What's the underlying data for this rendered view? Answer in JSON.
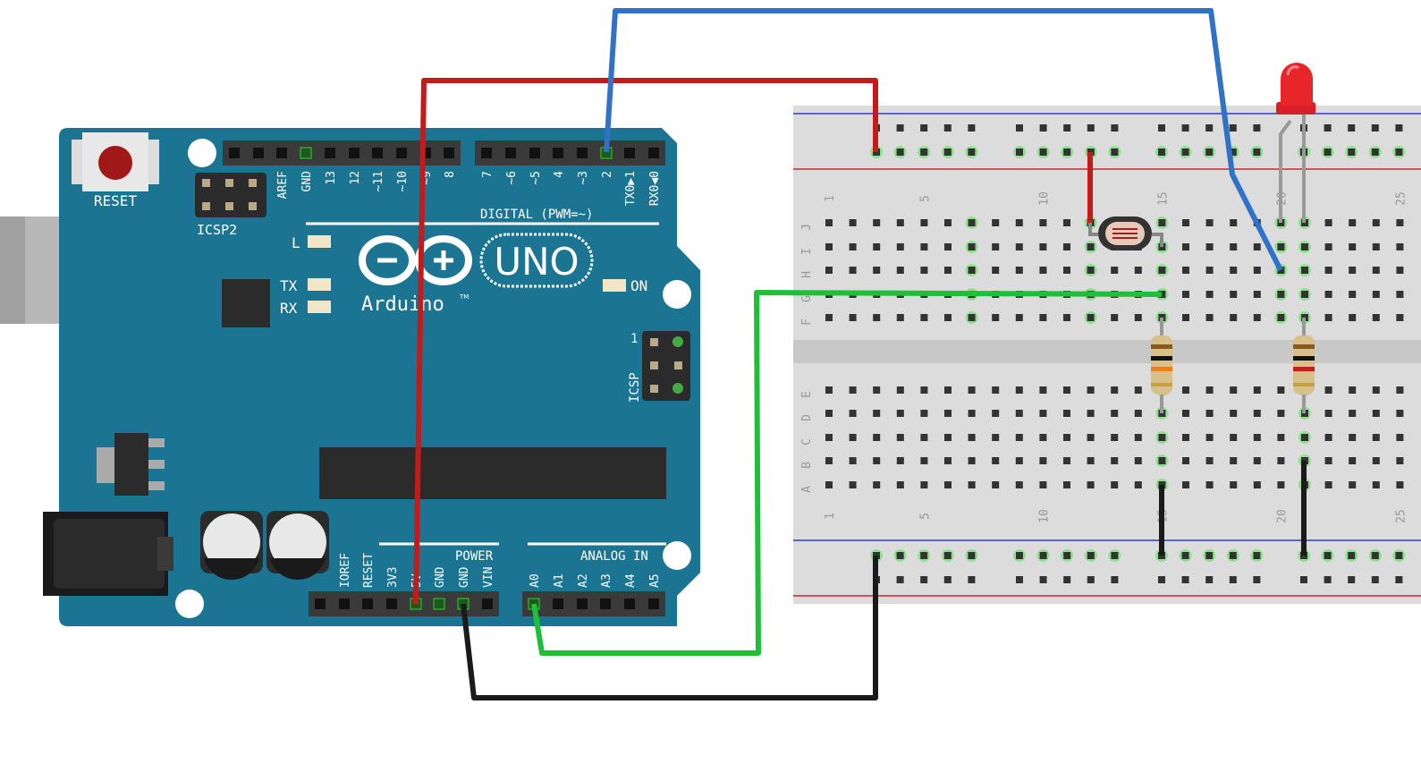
{
  "arduino": {
    "reset_label": "RESET",
    "icsp2_label": "ICSP2",
    "icsp_label": "ICSP",
    "icsp_pin1": "1",
    "led_l": "L",
    "led_tx": "TX",
    "led_rx": "RX",
    "led_on": "ON",
    "brand": "Arduino",
    "tm": "TM",
    "model": "UNO",
    "digital_label": "DIGITAL (PWM=~)",
    "power_label": "POWER",
    "analog_label": "ANALOG IN",
    "digital_pins_left": [
      "AREF",
      "GND",
      "13",
      "12",
      "~11",
      "~10",
      "~9",
      "8"
    ],
    "digital_pins_right": [
      "7",
      "~6",
      "~5",
      "4",
      "~3",
      "2",
      "TX0▶1",
      "RX0◀0"
    ],
    "power_pins": [
      "IOREF",
      "RESET",
      "3V3",
      "5V",
      "GND",
      "GND",
      "VIN"
    ],
    "analog_pins": [
      "A0",
      "A1",
      "A2",
      "A3",
      "A4",
      "A5"
    ]
  },
  "breadboard": {
    "rows_top": [
      "J",
      "I",
      "H",
      "G",
      "F"
    ],
    "rows_bottom": [
      "E",
      "D",
      "C",
      "B",
      "A"
    ],
    "column_labels": [
      "1",
      "5",
      "10",
      "15",
      "20",
      "25"
    ]
  },
  "colors": {
    "board": "#1b7592",
    "wire_red": "#c41a1a",
    "wire_blue": "#2f72c8",
    "wire_green": "#1fbf3a",
    "wire_black": "#1a1a1a",
    "led": "#e8262a"
  }
}
